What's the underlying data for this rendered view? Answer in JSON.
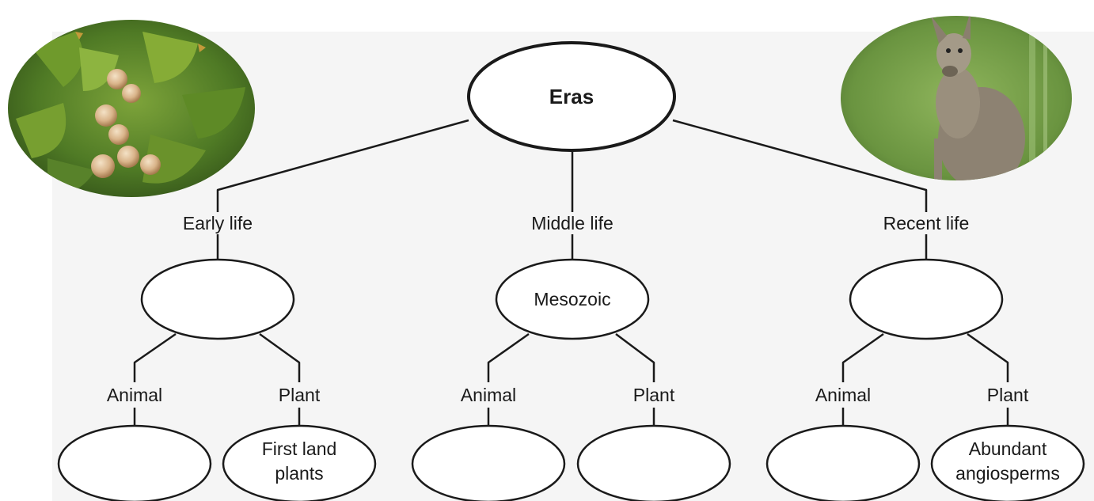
{
  "root": {
    "label": "Eras"
  },
  "branches": [
    {
      "label": "Early life",
      "era": "",
      "animal": {
        "label": "Animal",
        "example": []
      },
      "plant": {
        "label": "Plant",
        "example": [
          "First land",
          "plants"
        ]
      }
    },
    {
      "label": "Middle life",
      "era": "Mesozoic",
      "animal": {
        "label": "Animal",
        "example": []
      },
      "plant": {
        "label": "Plant",
        "example": []
      }
    },
    {
      "label": "Recent life",
      "era": "",
      "animal": {
        "label": "Animal",
        "example": []
      },
      "plant": {
        "label": "Plant",
        "example": [
          "Abundant",
          "angiosperms"
        ]
      }
    }
  ],
  "photos": [
    {
      "subject": "ginkgo-leaves-and-seeds"
    },
    {
      "subject": "kangaroo"
    }
  ],
  "colors": {
    "line": "#1a1a1a",
    "panel": "#f5f5f5",
    "node_fill": "#ffffff"
  }
}
